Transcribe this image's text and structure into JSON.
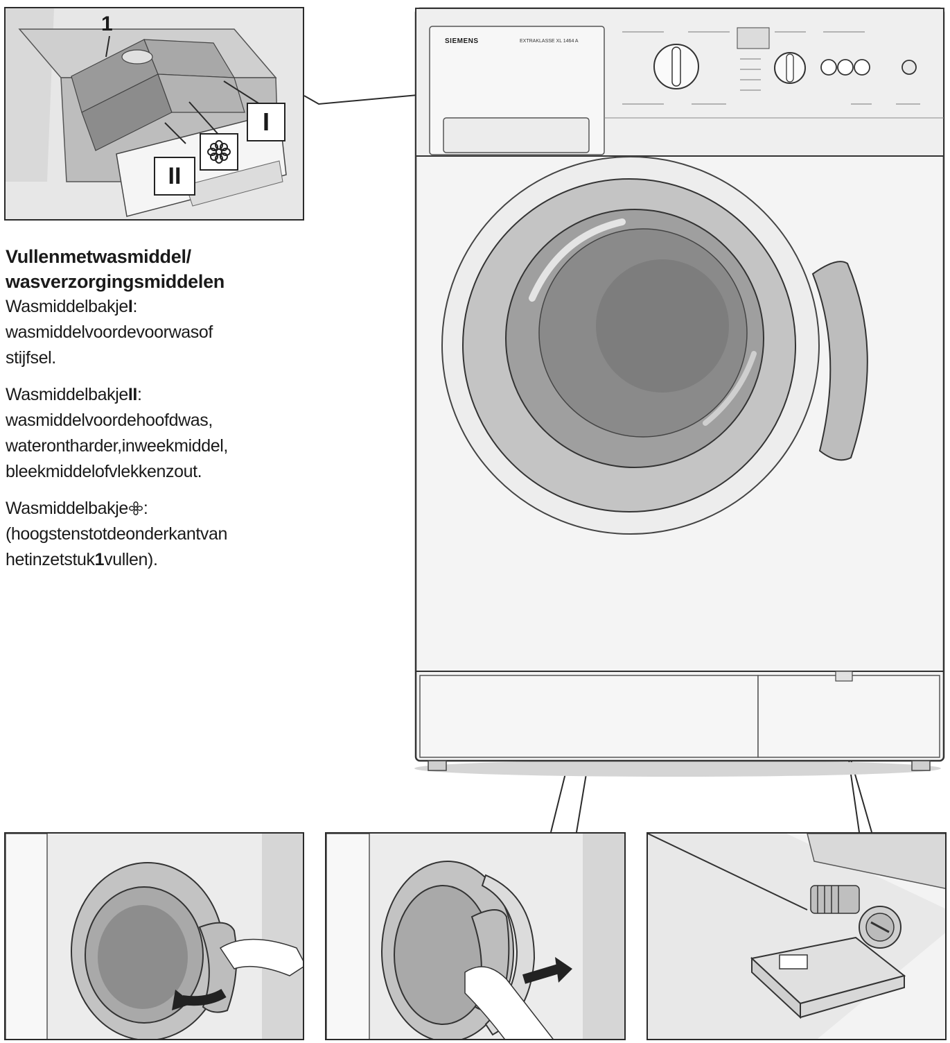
{
  "heading_line1": "Vullenmetwasmiddel/",
  "heading_line2": "wasverzorgingsmiddelen",
  "para1": {
    "prefix": "Wasmiddelbakje",
    "compartment": "I",
    "suffix": ":",
    "line2": "wasmiddelvoordevoorwasof",
    "line3": "stijfsel."
  },
  "para2": {
    "prefix": "Wasmiddelbakje",
    "compartment": "II",
    "suffix": ":",
    "line2": "wasmiddelvoordehoofdwas,",
    "line3": "waterontharder,inweekmiddel,",
    "line4": "bleekmiddelofvlekkenzout."
  },
  "para3": {
    "prefix": "Wasmiddelbakje",
    "suffix": ":",
    "line2": "(hoogstenstotdeonderkantvan",
    "line3_prefix": "hetinzetstuk",
    "line3_bold": "1",
    "line3_suffix": "vullen)."
  },
  "drawer_callouts": {
    "insert_number": "1",
    "compartment_1": "I",
    "compartment_2": "II",
    "softener_icon": "flower-icon"
  },
  "machine": {
    "brand": "SIEMENS",
    "model": "EXTRAKLASSE XL 1464 A"
  },
  "colors": {
    "line": "#2a2a2a",
    "panel_bg": "#f2f2f2",
    "machine_body": "#f4f4f4",
    "door_ring": "#b9b9b9",
    "glass": "#8e8e8e"
  }
}
